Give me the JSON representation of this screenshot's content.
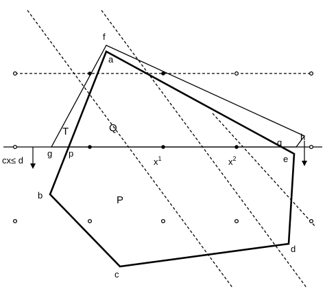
{
  "diagram": {
    "labels": {
      "f": "f",
      "a": "a",
      "h": "h",
      "q": "q",
      "e": "e",
      "T": "T",
      "Q": "Q",
      "g": "g",
      "p": "p",
      "x1_base": "x",
      "x1_sup": "1",
      "x2_base": "x",
      "x2_sup": "2",
      "constraint": "cx≤ d",
      "b": "b",
      "P": "P",
      "d": "d",
      "c": "c"
    },
    "colors": {
      "stroke": "#000000",
      "background": "#ffffff"
    }
  }
}
